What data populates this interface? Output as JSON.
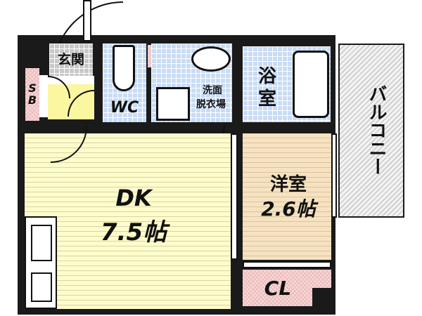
{
  "floor_plan": {
    "rooms": {
      "entrance": {
        "label": "玄関"
      },
      "shoe_box": {
        "label": "SB"
      },
      "toilet": {
        "label": "WC"
      },
      "washroom": {
        "label_line1": "洗面",
        "label_line2": "脱衣場"
      },
      "bathroom": {
        "label_line1": "浴",
        "label_line2": "室"
      },
      "balcony": {
        "label": "バルコニー"
      },
      "dining_kitchen": {
        "label_line1": "DK",
        "label_line2": "7.5帖"
      },
      "western_room": {
        "label_line1": "洋室",
        "label_line2": "2.6帖"
      },
      "closet": {
        "label": "CL"
      }
    },
    "colors": {
      "wall": "#1a1a1a",
      "dk_floor": "#fdfccb",
      "western_floor": "#f6e2c0",
      "wet_tile": "#c9dcf5",
      "entrance_tile": "#c8c8c8",
      "storage": "#f6d8d8",
      "hall": "#fbf7a0",
      "balcony": "#e4e4e4"
    }
  }
}
